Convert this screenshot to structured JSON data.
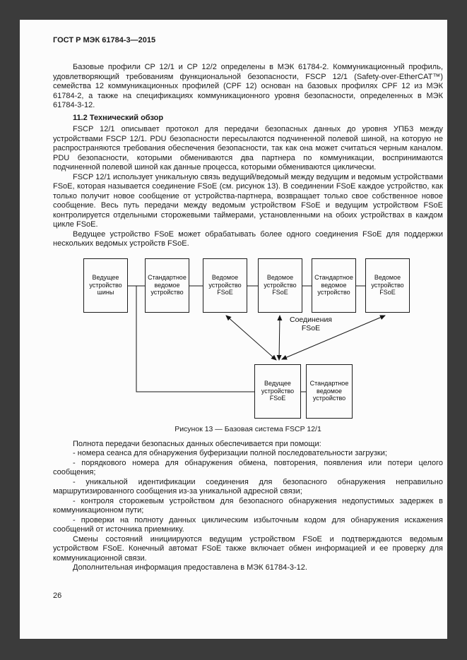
{
  "colors": {
    "frame": "#3b3b3b",
    "page": "#fcfcfc",
    "text": "#1a1a1a",
    "line": "#151515"
  },
  "doc": {
    "header": "ГОСТ Р МЭК 61784-3—2015",
    "page_number": "26"
  },
  "section": {
    "intro_paragraph": "Базовые профили CP 12/1 и CP 12/2 определены в МЭК 61784-2. Коммуникационный профиль, удовлетворяющий требованиям функциональной безопасности, FSCP 12/1 (Safety-over-EtherCAT™) семейства 12 коммуникационных профилей (CPF 12) основан на базовых профилях CPF 12 из МЭК 61784-2, а также на спецификациях коммуникационного уровня безопасности, определенных в МЭК 61784-3-12.",
    "heading": "11.2 Технический обзор",
    "paragraphs": {
      "p1": "FSCP 12/1 описывает протокол для передачи безопасных данных до уровня УПБ3 между устройствами FSCP 12/1. PDU безопасности пересылаются подчиненной полевой шиной, на которую не распространяются требования обеспечения безопасности, так как она может считаться черным каналом. PDU безопасности, которыми обмениваются два партнера по коммуникации, воспринимаются подчиненной полевой шиной как данные процесса, которыми обмениваются циклически.",
      "p2": "FSCP 12/1 использует уникальную связь ведущий/ведомый между ведущим и ведомым устройствами FSoE, которая называется соединение FSoE (см. рисунок 13). В соединении FSoE каждое устройство, как только получит новое сообщение от устройства-партнера, возвращает только свое собственное новое сообщение. Весь путь передачи между ведомым устройством FSoE и ведущим устройством FSoE контролируется отдельными сторожевыми таймерами, установленными на обоих устройствах в каждом цикле FSoE.",
      "p3": "Ведущее устройство FSoE может обрабатывать более одного соединения FSoE для поддержки нескольких ведомых устройств FSoE."
    }
  },
  "figure": {
    "boxes": [
      "Ведущее устройство шины",
      "Стандартное ведомое устройство",
      "Ведомое устройство FSoE",
      "Ведомое устройство FSoE",
      "Стандартное ведомое устройство",
      "Ведомое устройство FSoE",
      "Ведущее устройство FSoE",
      "Стандартное ведомое устройство"
    ],
    "connections_label_line1": "Соединения",
    "connections_label_line2": "FSoE",
    "caption": "Рисунок 13 — Базовая система FSCP 12/1"
  },
  "list": {
    "intro": "Полнота передачи безопасных данных обеспечивается при помощи:",
    "items": [
      "- номера сеанса для обнаружения буферизации полной последовательности загрузки;",
      "- порядкового номера для обнаружения обмена, повторения, появления или потери целого сообщения;",
      "- уникальной идентификации соединения для безопасного обнаружения неправильно маршрутизированного сообщения из-за уникальной адресной связи;",
      "- контроля сторожевым устройством для безопасного обнаружения недопустимых задержек в коммуникационном пути;",
      "- проверки на полноту данных циклическим избыточным кодом для обнаружения искажения сообщений от источника приемнику."
    ]
  },
  "closing": {
    "p1": "Смены состояний инициируются ведущим устройством FSoE и подтверждаются ведомым устройством FSoE. Конечный автомат FSoE также включает обмен информацией и ее проверку для коммуникационной связи.",
    "p2": "Дополнительная информация предоставлена в МЭК 61784-3-12."
  }
}
